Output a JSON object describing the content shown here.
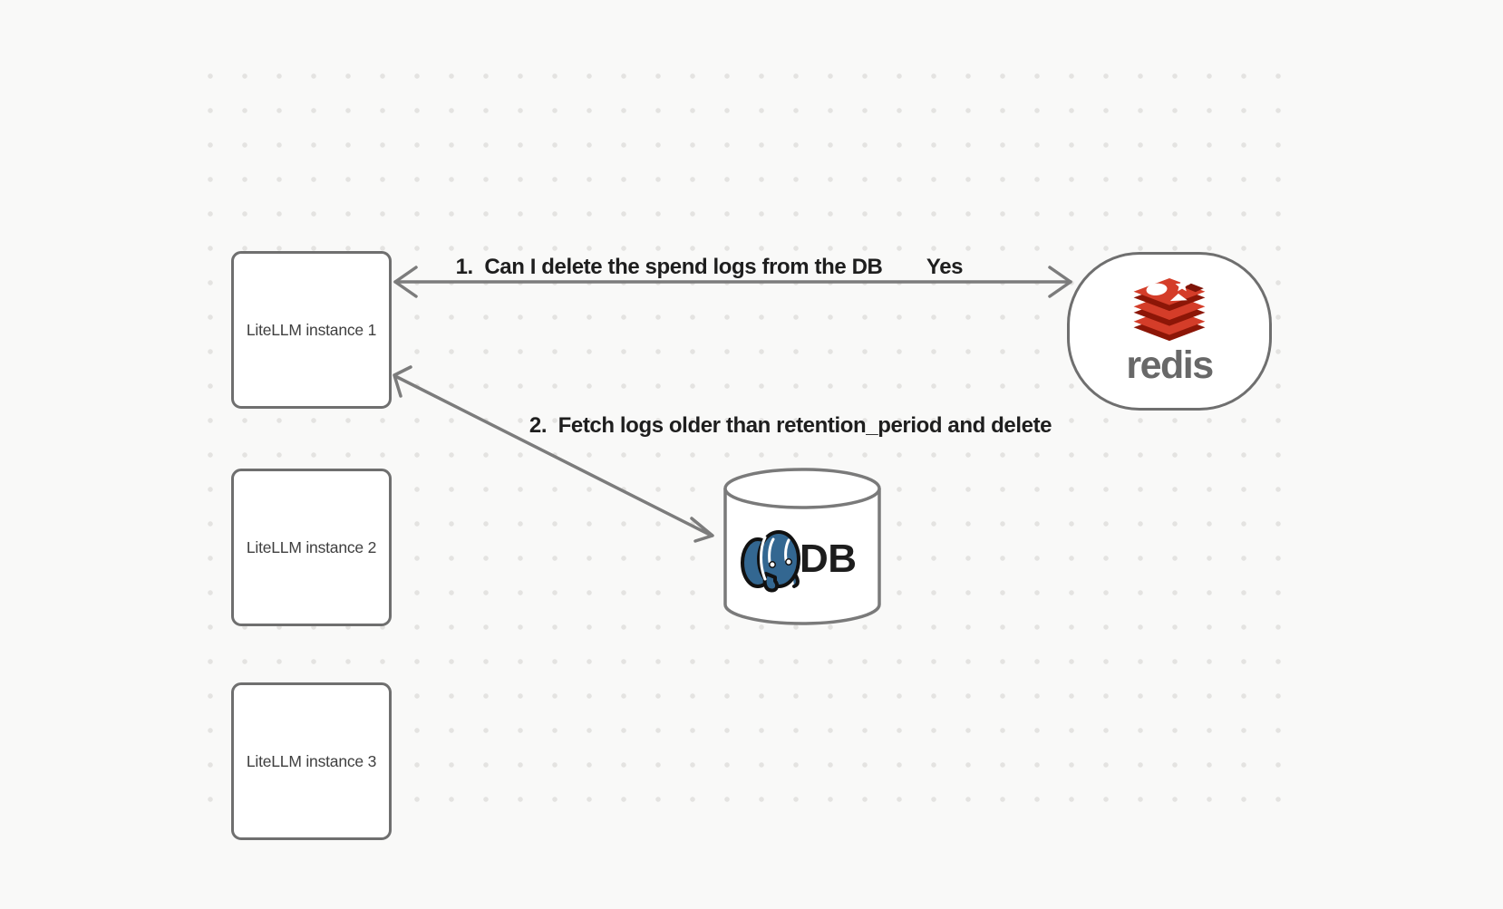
{
  "canvas": {
    "type": "whiteboard-diagram",
    "bg_color": "#f9f9f8",
    "dot_color": "#e4e3e1",
    "shape_border_color": "#6f6f6f",
    "arrow_color": "#7c7c7c"
  },
  "nodes": {
    "litellm_instances": [
      {
        "label": "LiteLLM instance 1"
      },
      {
        "label": "LiteLLM instance 2"
      },
      {
        "label": "LiteLLM instance 3"
      }
    ],
    "redis": {
      "label": "redis",
      "icon": "redis-logo",
      "logo_red": "#d43d29",
      "logo_dark_red": "#8c1607",
      "wordmark_color": "#686868"
    },
    "db": {
      "label": "DB",
      "icon": "postgresql-logo",
      "logo_blue": "#336791"
    }
  },
  "arrows": [
    {
      "id": "arrow-1",
      "from": "LiteLLM instance 1",
      "to": "redis",
      "direction": "bidirectional",
      "label": "1.  Can I delete the spend logs from the DB",
      "response": "Yes"
    },
    {
      "id": "arrow-2",
      "from": "LiteLLM instance 1",
      "to": "DB",
      "direction": "bidirectional",
      "label": "2.  Fetch logs older than retention_period and delete"
    }
  ]
}
